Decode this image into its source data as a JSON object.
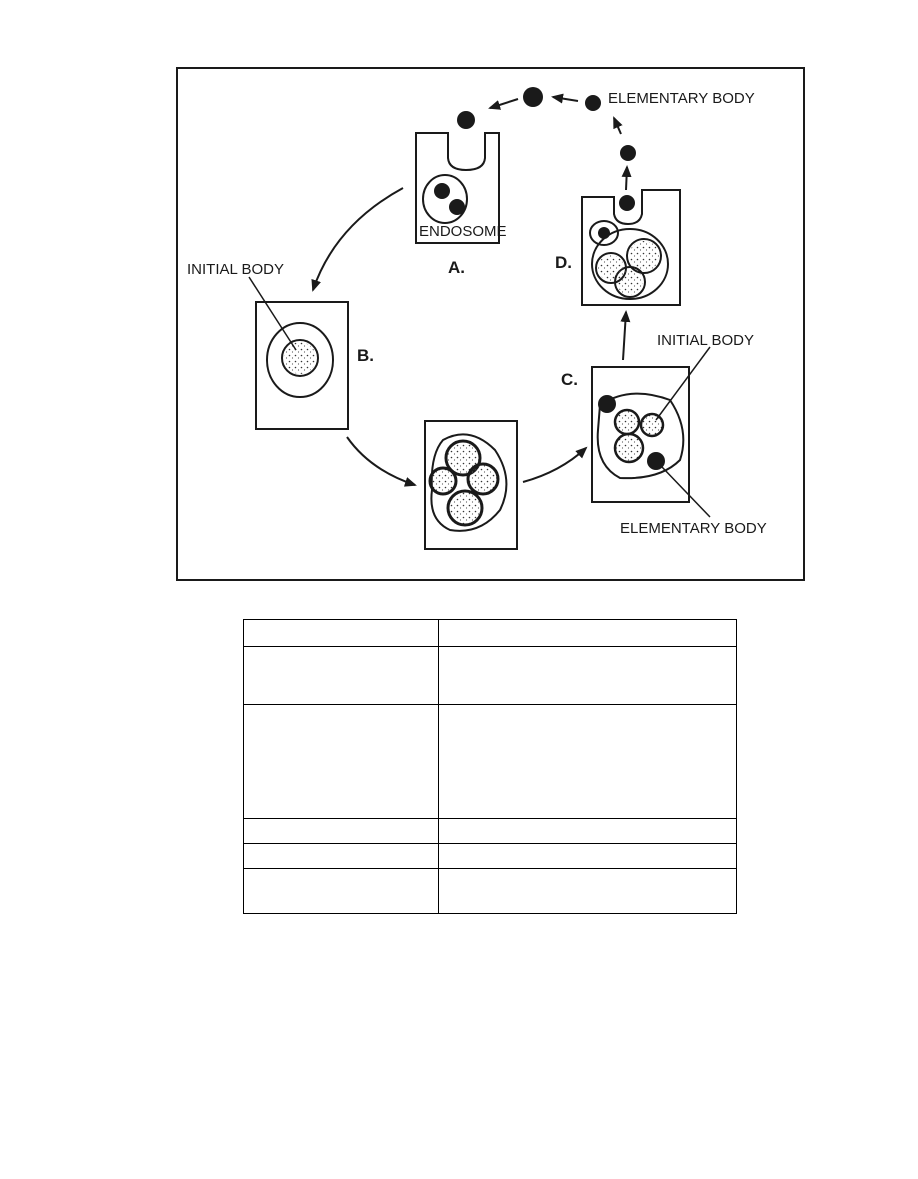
{
  "diagram": {
    "labels": {
      "elementary_body_top": "ELEMENTARY BODY",
      "endosome": "ENDOSOME",
      "initial_body_left": "INITIAL BODY",
      "initial_body_right": "INITIAL BODY",
      "elementary_body_bottom": "ELEMENTARY BODY"
    },
    "stages": {
      "a": "A.",
      "b": "B.",
      "c": "C.",
      "d": "D."
    }
  },
  "table": {
    "rows": [
      [
        "",
        ""
      ],
      [
        "",
        ""
      ],
      [
        "",
        ""
      ],
      [
        "",
        ""
      ],
      [
        "",
        ""
      ],
      [
        "",
        ""
      ]
    ]
  }
}
